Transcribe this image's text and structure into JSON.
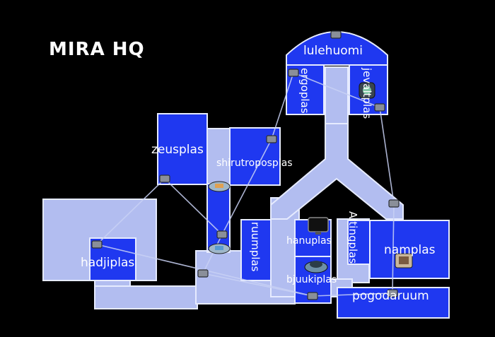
{
  "map": {
    "title": "MIRA HQ",
    "colors": {
      "background": "#000000",
      "corridor": "#b2bdf0",
      "room": "#1f38f0",
      "vent_line": "#c9d2f5",
      "vent": "#8a8f99"
    },
    "rooms": {
      "lulehuomi": "lulehuomi",
      "ergoplas": "ergoplas",
      "jevaltplas": "jevaltplas",
      "zeusplas": "zeusplas",
      "shirutroposplas": "shirutroposplas",
      "hadjiplas": "hadjiplas",
      "ruumplas": "ruumplas",
      "hanuplas": "hanuplas",
      "bjuukiplas": "bjuukiplas",
      "altingplas": "Altingplas",
      "namplas": "namplas",
      "pogodaruum": "pogodaruum"
    },
    "icons": [
      "admin-terminal-icon",
      "camera-icon",
      "reactor-icon",
      "oxygen-icon",
      "decontam-icon",
      "vent-icon"
    ]
  }
}
